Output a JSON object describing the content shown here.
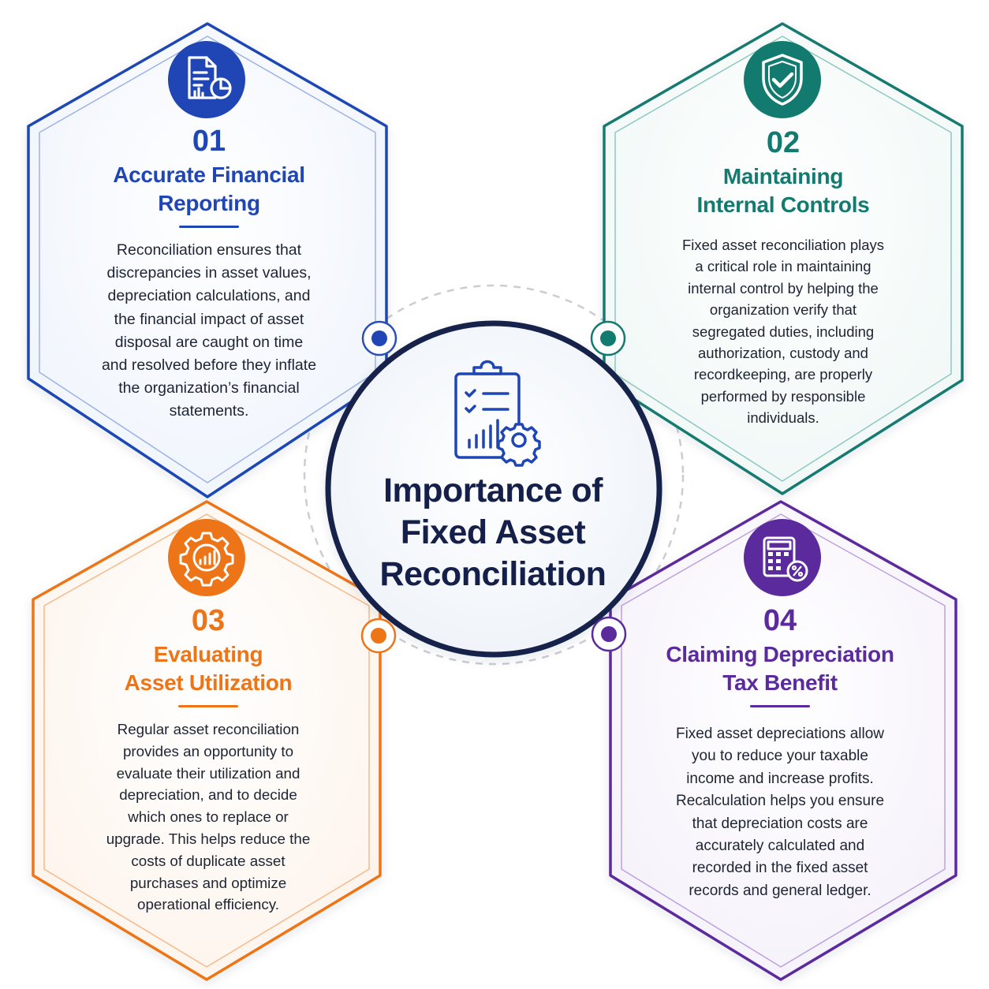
{
  "center": {
    "title_line1": "Importance of",
    "title_line2": "Fixed Asset",
    "title_line3": "Reconciliation",
    "icon": "clipboard-checklist-chart-gear-icon"
  },
  "colors": {
    "blue": "#1f46b4",
    "teal": "#137a70",
    "orange": "#ee7418",
    "purple": "#5b2a9c",
    "navy": "#14204a"
  },
  "cards": [
    {
      "number": "01",
      "title_line1": "Accurate Financial",
      "title_line2": "Reporting",
      "icon": "report-document-chart-icon",
      "body": [
        "Reconciliation ensures that",
        "discrepancies in asset values,",
        "depreciation calculations, and",
        "the financial impact of asset",
        "disposal are caught on time",
        "and resolved before they inflate",
        "the organization’s financial",
        "statements."
      ]
    },
    {
      "number": "02",
      "title_line1": "Maintaining",
      "title_line2": "Internal Controls",
      "icon": "shield-check-icon",
      "body": [
        "Fixed asset reconciliation plays",
        "a critical role in maintaining",
        "internal control by helping the",
        "organization verify that",
        "segregated duties, including",
        "authorization, custody and",
        "recordkeeping, are properly",
        "performed by responsible",
        "individuals."
      ]
    },
    {
      "number": "03",
      "title_line1": "Evaluating",
      "title_line2": "Asset Utilization",
      "icon": "gear-chart-icon",
      "body": [
        "Regular asset reconciliation",
        "provides an opportunity to",
        "evaluate their utilization and",
        "depreciation, and to decide",
        "which ones to replace or",
        "upgrade. This helps reduce the",
        "costs of duplicate asset",
        "purchases and optimize",
        "operational efficiency."
      ]
    },
    {
      "number": "04",
      "title_line1": "Claiming Depreciation",
      "title_line2": "Tax Benefit",
      "icon": "calculator-percent-icon",
      "body": [
        "Fixed asset depreciations allow",
        "you to reduce your taxable",
        "income and increase profits.",
        "Recalculation helps you ensure",
        "that depreciation costs are",
        "accurately calculated and",
        "recorded in the fixed asset",
        "records and general ledger."
      ]
    }
  ]
}
